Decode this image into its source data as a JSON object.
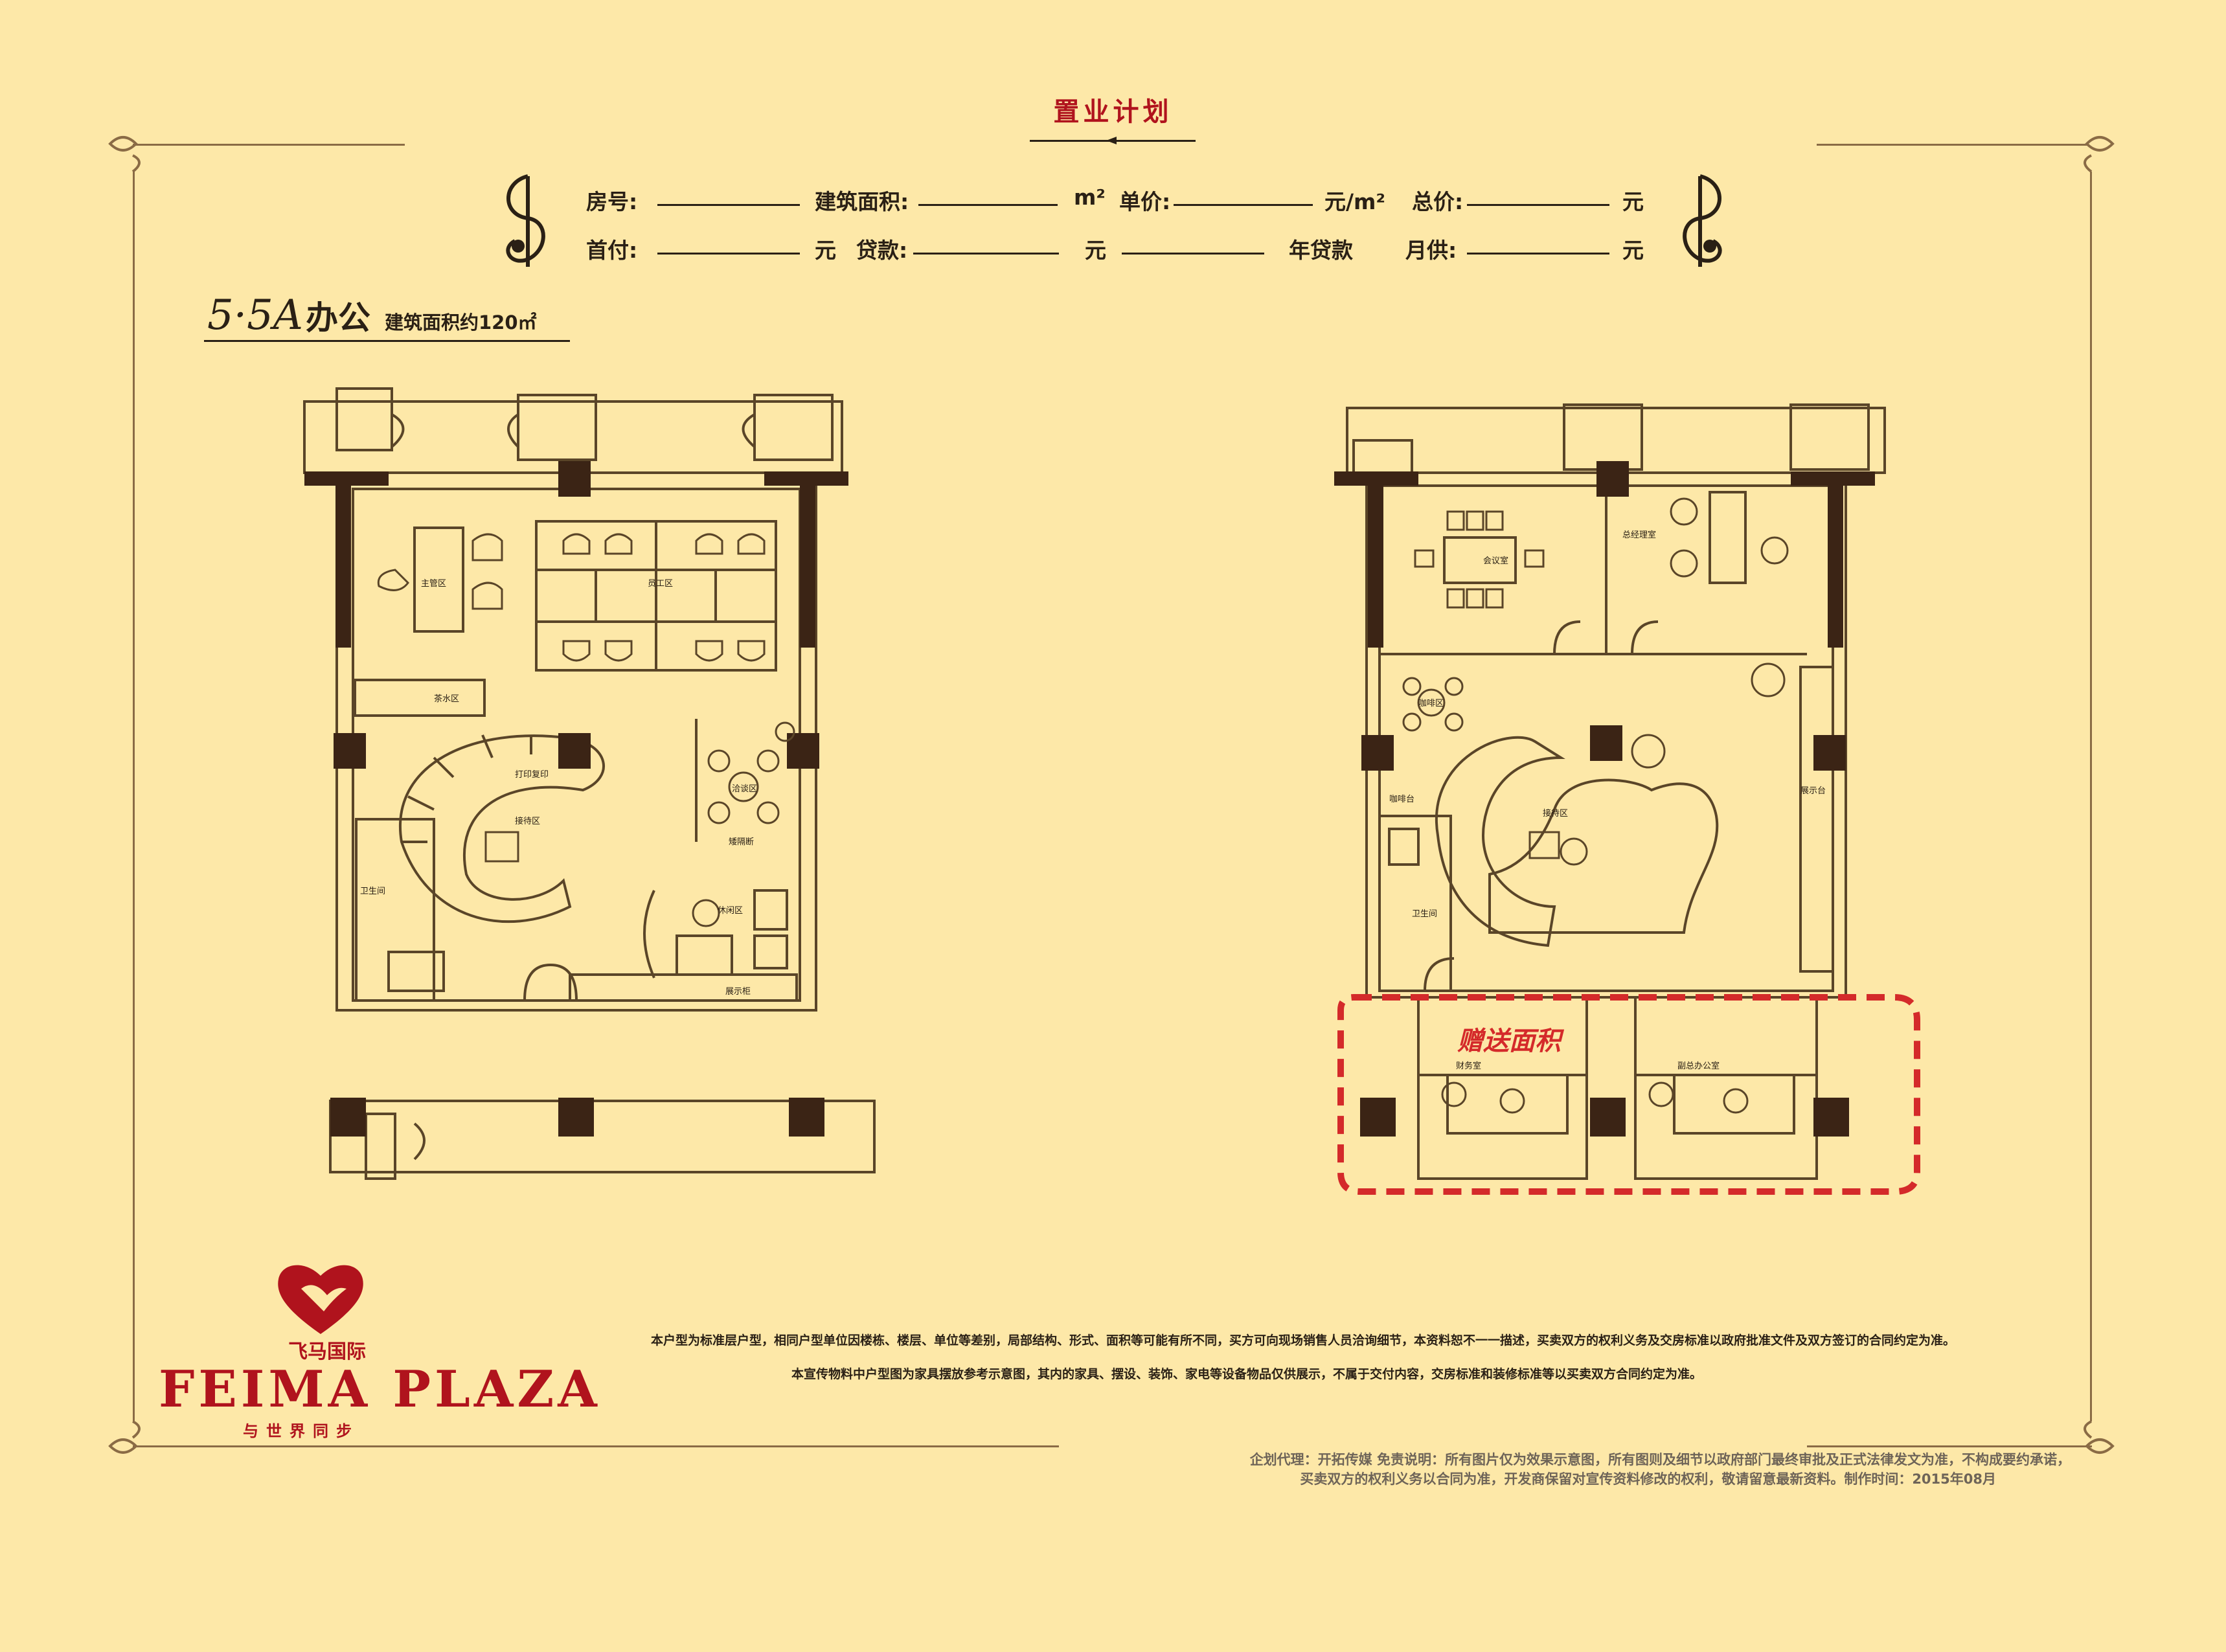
{
  "header": {
    "title": "置业计划"
  },
  "form": {
    "row1": {
      "room_no": "房号:",
      "area": "建筑面积:",
      "area_unit": "m²",
      "unit_price": "单价:",
      "unit_price_unit": "元/m²",
      "total": "总价:",
      "total_unit": "元"
    },
    "row2": {
      "down_payment": "首付:",
      "down_payment_unit": "元",
      "loan": "贷款:",
      "loan_unit": "元",
      "loan_years": "年贷款",
      "monthly": "月供:",
      "monthly_unit": "元"
    }
  },
  "unit": {
    "code": "5·5A",
    "type": "办公",
    "area_text": "建筑面积约120㎡"
  },
  "plan_left": {
    "rooms": [
      "主管区",
      "员工区",
      "茶水区",
      "打印复印",
      "洽谈区",
      "接待区",
      "矮隔断",
      "卫生间",
      "休闲区",
      "展示柜"
    ]
  },
  "plan_right": {
    "rooms": [
      "会议室",
      "总经理室",
      "咖啡区",
      "展示台",
      "咖啡台",
      "接待区",
      "卫生间",
      "财务室",
      "副总办公室"
    ],
    "bonus_label": "赠送面积"
  },
  "colors": {
    "background": "#fde8a8",
    "accent_red": "#b0131d",
    "dash_red": "#d42a2a",
    "wall": "#3b2415",
    "line": "#5a4528"
  },
  "disclaimer": {
    "line1": "本户型为标准层户型，相同户型单位因楼栋、楼层、单位等差别，局部结构、形式、面积等可能有所不同，买方可向现场销售人员洽询细节，本资料恕不一一描述，买卖双方的权利义务及交房标准以政府批准文件及双方签订的合同约定为准。",
    "line2": "本宣传物料中户型图为家具摆放参考示意图，其内的家具、摆设、装饰、家电等设备物品仅供展示，不属于交付内容，交房标准和装修标准等以买卖双方合同约定为准。"
  },
  "credits": {
    "line1": "企划代理：开拓传媒     免责说明：所有图片仅为效果示意图，所有图则及细节以政府部门最终审批及正式法律发文为准，不构成要约承诺，",
    "line2": "买卖双方的权利义务以合同为准，开发商保留对宣传资料修改的权利，敬请留意最新资料。制作时间：2015年08月"
  },
  "brand": {
    "cn_name": "飞马国际",
    "en_name": "FEIMA PLAZA",
    "slogan": "与世界同步"
  }
}
